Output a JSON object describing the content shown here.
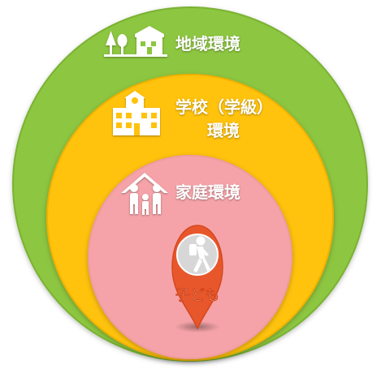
{
  "rings": [
    {
      "id": "community",
      "label": "地域環境",
      "color": "#8dc63f",
      "edge": "#7ab233"
    },
    {
      "id": "school",
      "label_line1": "学校（学級）",
      "label_line2": "環境",
      "color": "#ffc20e",
      "edge": "#f0b000"
    },
    {
      "id": "home",
      "label": "家庭環境",
      "color": "#f5a3a8",
      "edge": "#ee9aa0"
    }
  ],
  "center": {
    "label": "子ども",
    "color": "#e8572b"
  },
  "icons": {
    "community": "town-icon",
    "school": "school-building-icon",
    "home": "family-house-icon",
    "child": "walking-child-icon"
  }
}
